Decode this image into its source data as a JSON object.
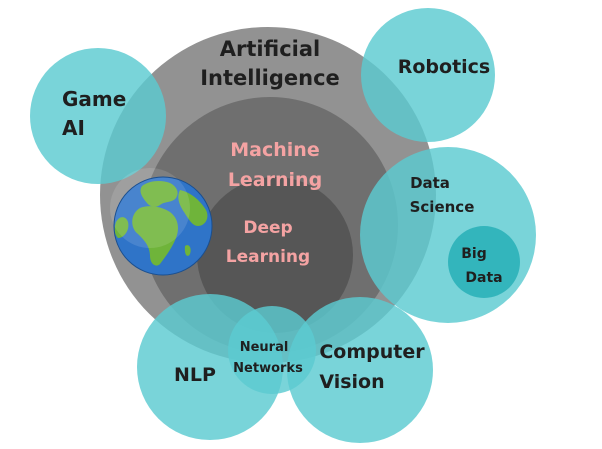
{
  "colors": {
    "background": "#ffffff",
    "ai_circle": "#8e8e8e",
    "ml_circle": "#6f6f6f",
    "dl_circle": "#565656",
    "teal": "#5ccbd1",
    "teal_dark": "#2fb3ba",
    "dark_text": "#1f1f1f",
    "pink_text": "#f4a3a3",
    "ocean": "#2f74c8",
    "land": "#6fb43a"
  },
  "labels": {
    "ai_line1": "Artificial",
    "ai_line2": "Intelligence",
    "ml_line1": "Machine",
    "ml_line2": "Learning",
    "dl_line1": "Deep",
    "dl_line2": "Learning",
    "game_line1": "Game",
    "game_line2": "AI",
    "robotics": "Robotics",
    "ds_line1": "Data",
    "ds_line2": "Science",
    "bd_line1": "Big",
    "bd_line2": "Data",
    "nlp": "NLP",
    "nn_line1": "Neural",
    "nn_line2": "Networks",
    "cv_line1": "Computer",
    "cv_line2": "Vision"
  },
  "icons": {
    "globe": "globe-icon"
  }
}
